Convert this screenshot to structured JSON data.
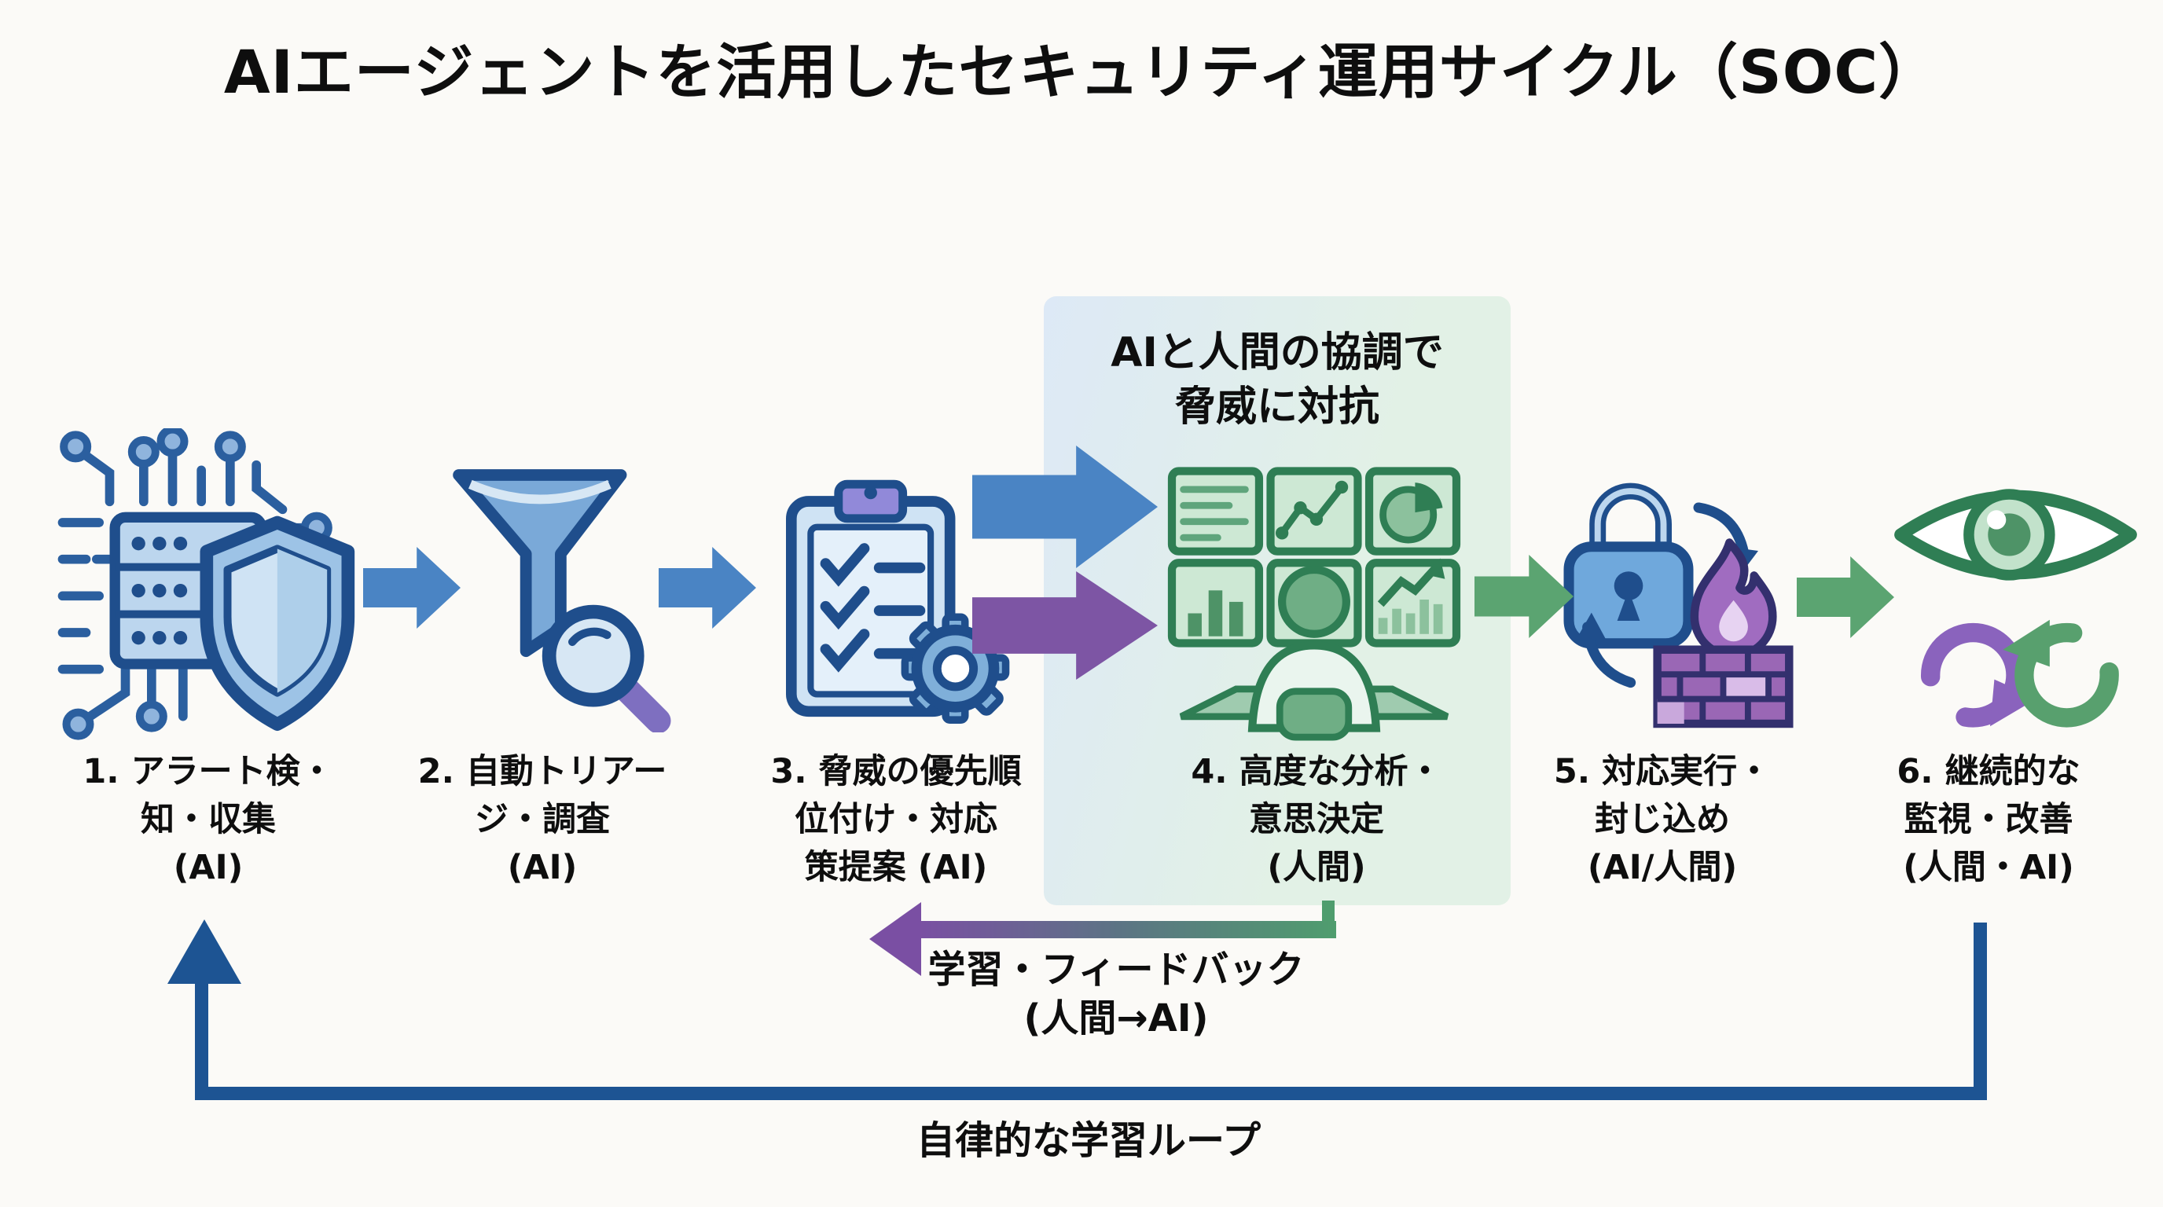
{
  "title": "AIエージェントを活用したセキュリティ運用サイクル（SOC）",
  "highlight": {
    "lines": [
      "AIと人間の協調で",
      "脅威に対抗"
    ]
  },
  "steps": [
    {
      "icon": "ai-server-shield-icon",
      "lines": [
        "1. アラート検・",
        "知・収集",
        "(AI)"
      ]
    },
    {
      "icon": "triage-funnel-search-icon",
      "lines": [
        "2. 自動トリアー",
        "ジ・調査",
        "(AI)"
      ]
    },
    {
      "icon": "checklist-gear-icon",
      "lines": [
        "3. 脅威の優先順",
        "位付け・対応",
        "策提案 (AI)"
      ]
    },
    {
      "icon": "analyst-monitors-icon",
      "lines": [
        "4. 高度な分析・",
        "意思決定",
        "(人間)"
      ]
    },
    {
      "icon": "lock-firewall-icon",
      "lines": [
        "5. 対応実行・",
        "封じ込め",
        "(AI/人間)"
      ]
    },
    {
      "icon": "eye-loop-icon",
      "lines": [
        "6. 継続的な",
        "監視・改善",
        "(人間・AI)"
      ]
    }
  ],
  "feedback": {
    "lines": [
      "学習・フィードバック",
      "(人間→AI)"
    ]
  },
  "loop_label": "自律的な学習ループ",
  "colors": {
    "background": "#fbfaf7",
    "flow_blue": "#4a84c4",
    "flow_purple": "#7d55a4",
    "flow_green": "#5ba471",
    "loop_navy": "#1d5493",
    "feedback_gradient_left": "#7a4fa3",
    "feedback_gradient_right": "#4f9d6e",
    "highlight_left": "#dde9f6",
    "highlight_right": "#e2f1e6",
    "icon_blue_stroke": "#1f4e8c",
    "icon_green_stroke": "#2f7e54",
    "icon_purple_fill": "#9a67b5"
  }
}
